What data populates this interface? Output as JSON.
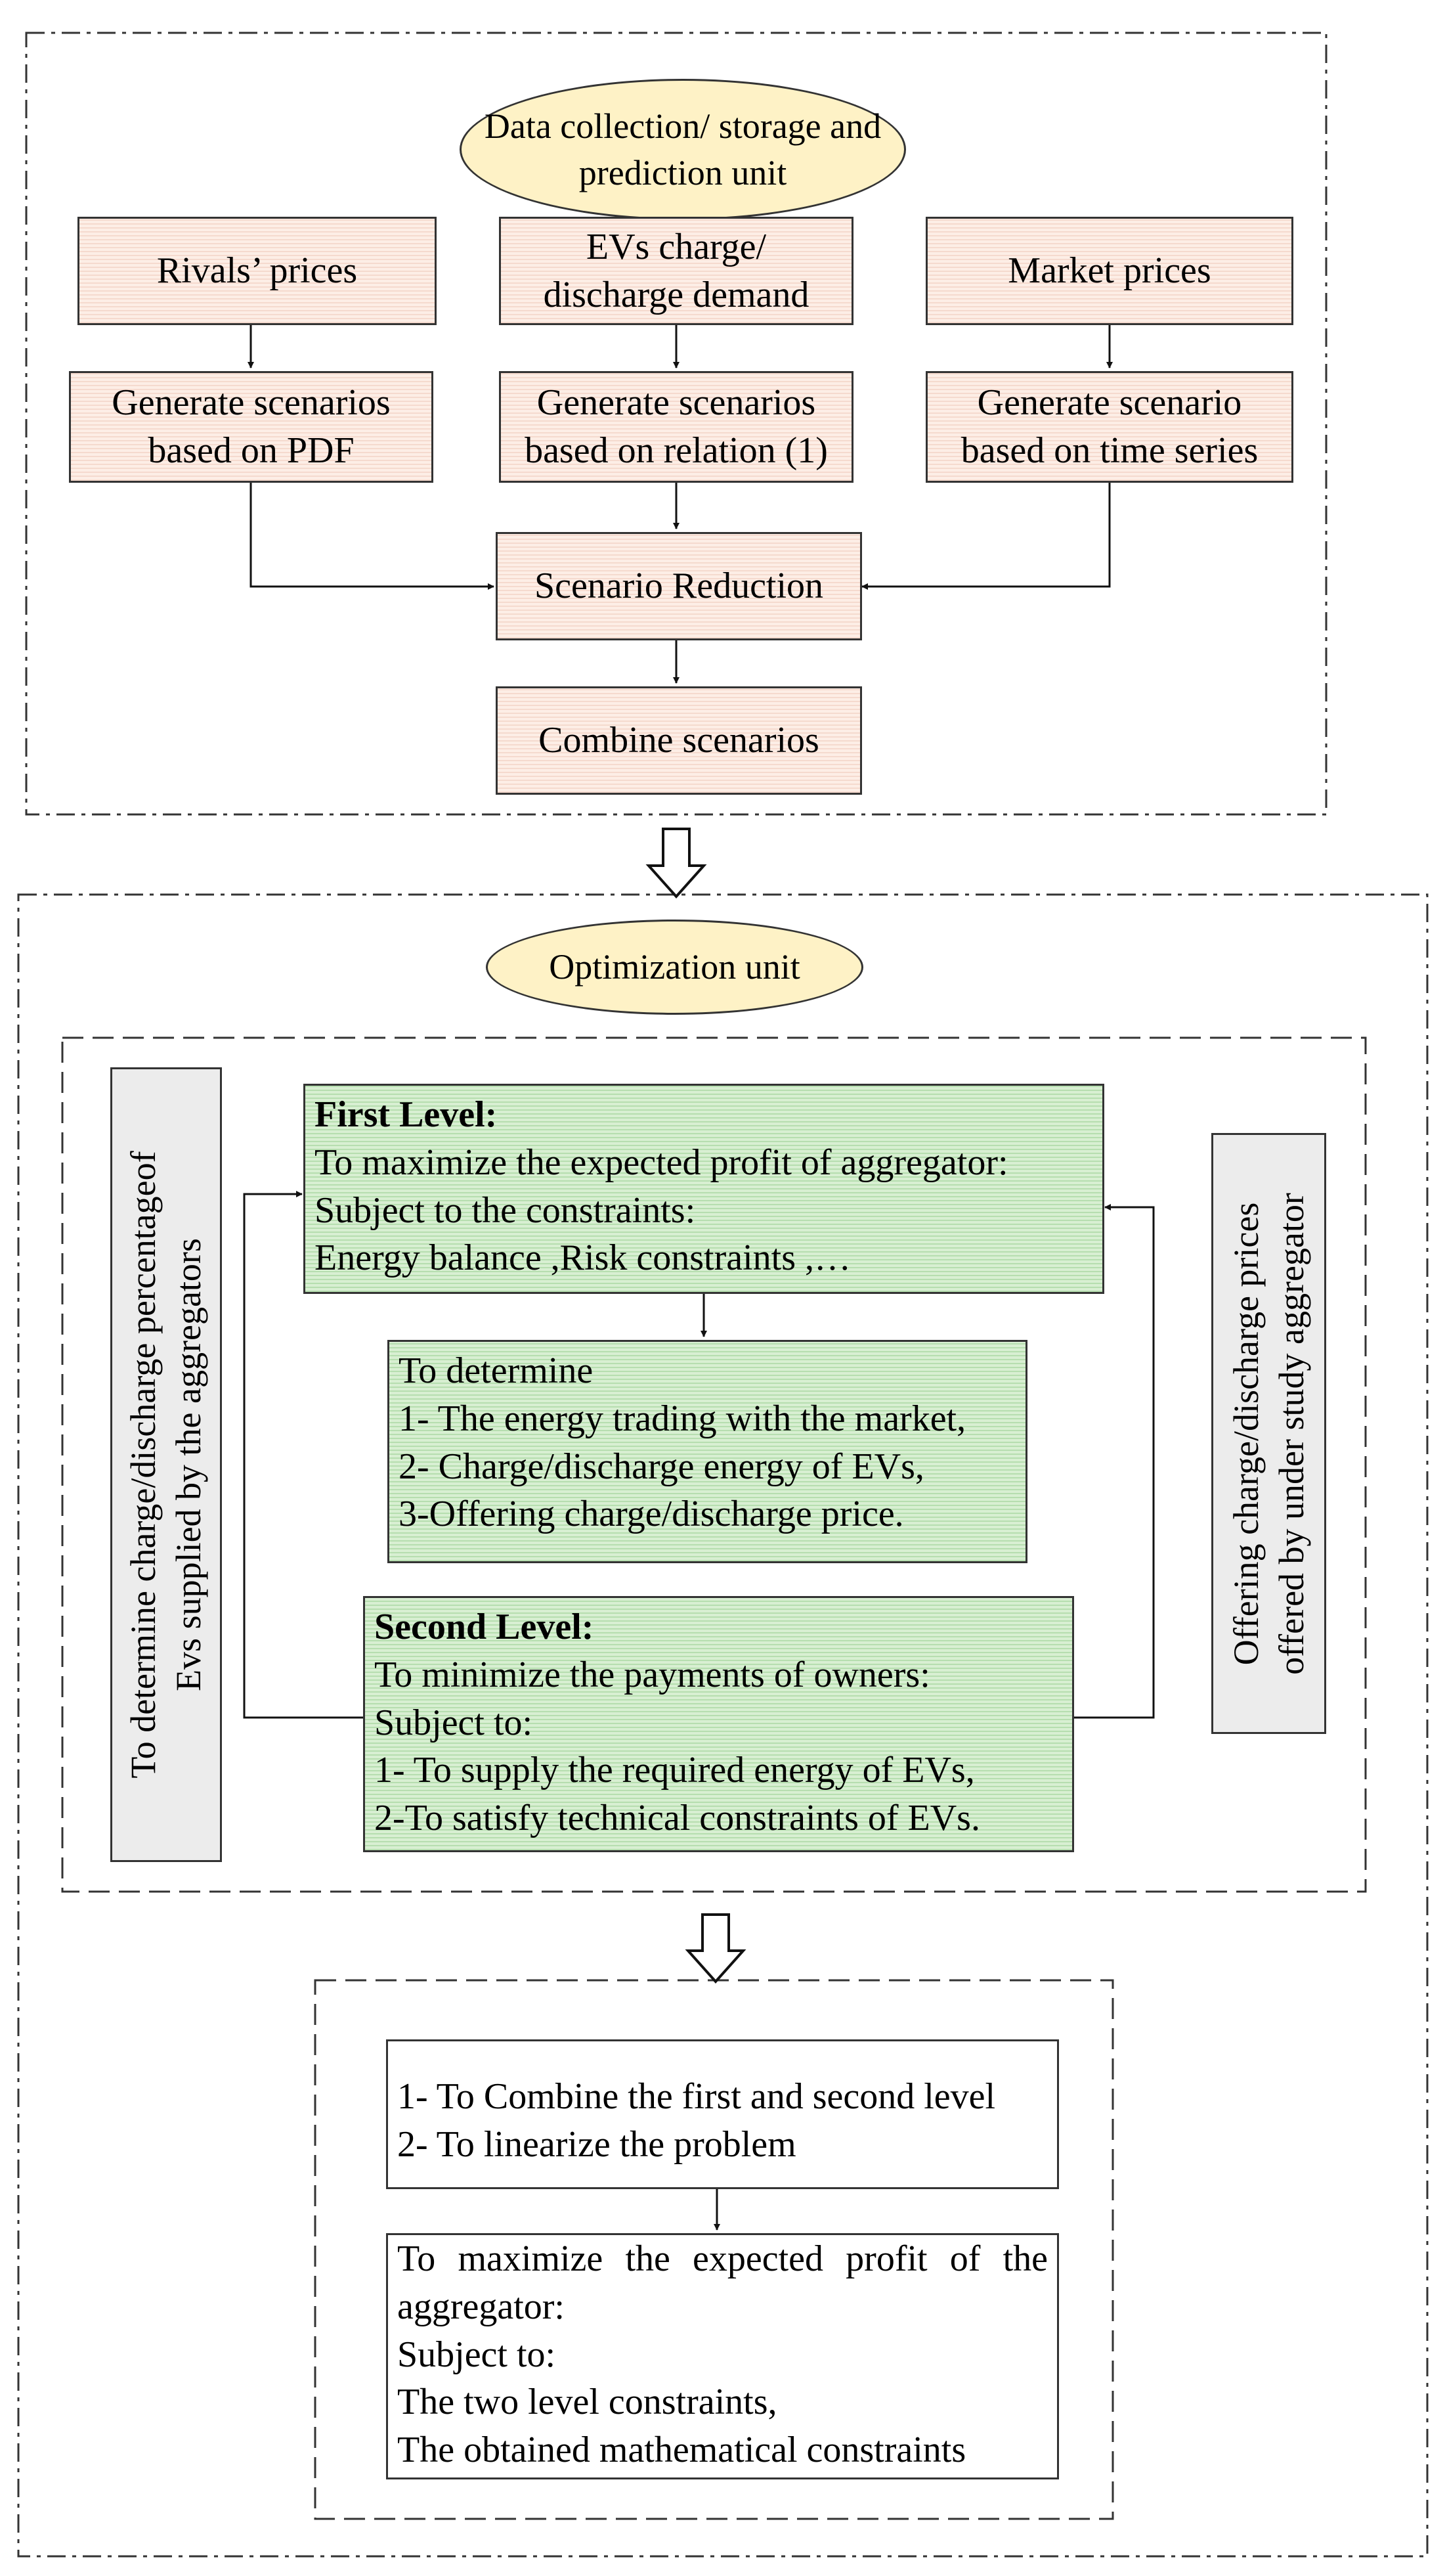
{
  "data_unit": {
    "title": [
      "Data collection/ storage and",
      "prediction unit"
    ],
    "rivals_prices": "Rivals’ prices",
    "ev_demand": [
      "EVs charge/",
      "discharge demand"
    ],
    "market_prices": "Market prices",
    "gen_pdf": [
      "Generate scenarios",
      "based on PDF"
    ],
    "gen_relation": [
      "Generate scenarios",
      "based on relation (1)"
    ],
    "gen_timeseries": [
      "Generate scenario",
      "based on time series"
    ],
    "scenario_reduction": "Scenario Reduction",
    "combine_scenarios": "Combine scenarios"
  },
  "optimization_unit": {
    "title": "Optimization unit",
    "first_level": {
      "heading": "First Level:",
      "lines": [
        "To maximize the expected profit of aggregator:",
        "Subject to the constraints:",
        "Energy balance ,Risk constraints ,…"
      ]
    },
    "determine": {
      "lines": [
        "To determine",
        "1- The energy trading with the market,",
        "2- Charge/discharge energy of EVs,",
        "3-Offering charge/discharge price."
      ]
    },
    "second_level": {
      "heading": "Second Level:",
      "lines": [
        "To minimize the payments of owners:",
        "Subject to:",
        "1- To supply the required energy of EVs,",
        "2-To satisfy technical constraints of EVs."
      ]
    },
    "left_label": [
      "To determine charge/discharge percentageof",
      "Evs supplied by the aggregators"
    ],
    "right_label": [
      "Offering charge/discharge prices",
      "offered by under study aggregator"
    ]
  },
  "final": {
    "combine": [
      "1- To Combine the first and second level",
      "2- To linearize the problem"
    ],
    "maximize": [
      "To maximize the expected profit of the aggregator:",
      "Subject to:",
      "The two level constraints,",
      "The obtained mathematical constraints"
    ]
  },
  "colors": {
    "salmon_fill": "#fdeee6",
    "green_fill": "#d8efd2",
    "ellipse_fill": "#fef2c6",
    "label_fill": "#ececec",
    "stroke": "#333333"
  }
}
